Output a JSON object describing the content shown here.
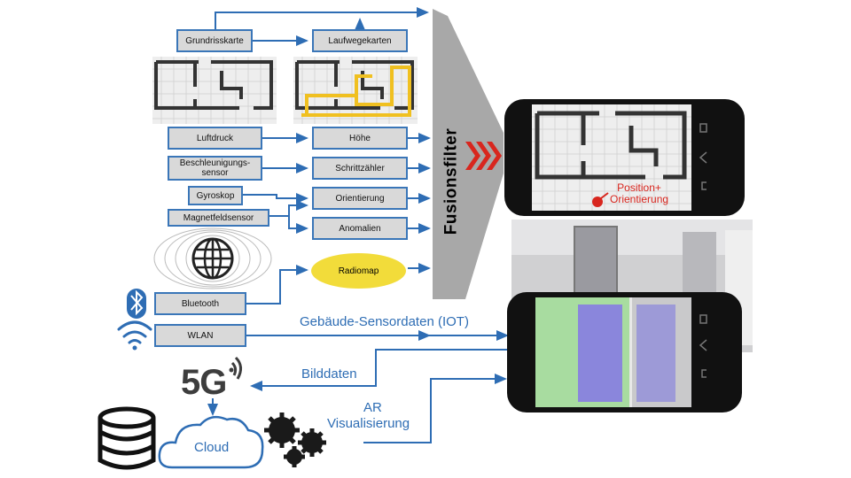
{
  "boxes": {
    "grundrisskarte": "Grundrisskarte",
    "laufwegekarten": "Laufwegekarten",
    "luftdruck": "Luftdruck",
    "hoehe": "Höhe",
    "beschleunigung_line1": "Beschleunigungs-",
    "beschleunigung_line2": "sensor",
    "schrittzaehler": "Schrittzähler",
    "gyroskop": "Gyroskop",
    "orientierung": "Orientierung",
    "magnetfeldsensor": "Magnetfeldsensor",
    "anomalien": "Anomalien",
    "radiomap": "Radiomap",
    "bluetooth": "Bluetooth",
    "wlan": "WLAN"
  },
  "fusion_label": "Fusionsfilter",
  "labels": {
    "gebaeude": "Gebäude-Sensordaten (IOT)",
    "bilddaten": "Bilddaten",
    "ar_line1": "AR",
    "ar_line2": "Visualisierung",
    "fiveg": "5G",
    "cloud": "Cloud"
  },
  "phone": {
    "position_line1": "Position+",
    "position_line2": "Orientierung"
  },
  "colors": {
    "arrow": "#2e6db4",
    "box_fill": "#d9d9d9",
    "radiomap": "#f2dc3a",
    "fusion": "#a8a8a8",
    "chevron": "#d8261e",
    "route": "#f0c020",
    "wall_green": "#a8dca0",
    "door_purple": "#8a86dc"
  }
}
